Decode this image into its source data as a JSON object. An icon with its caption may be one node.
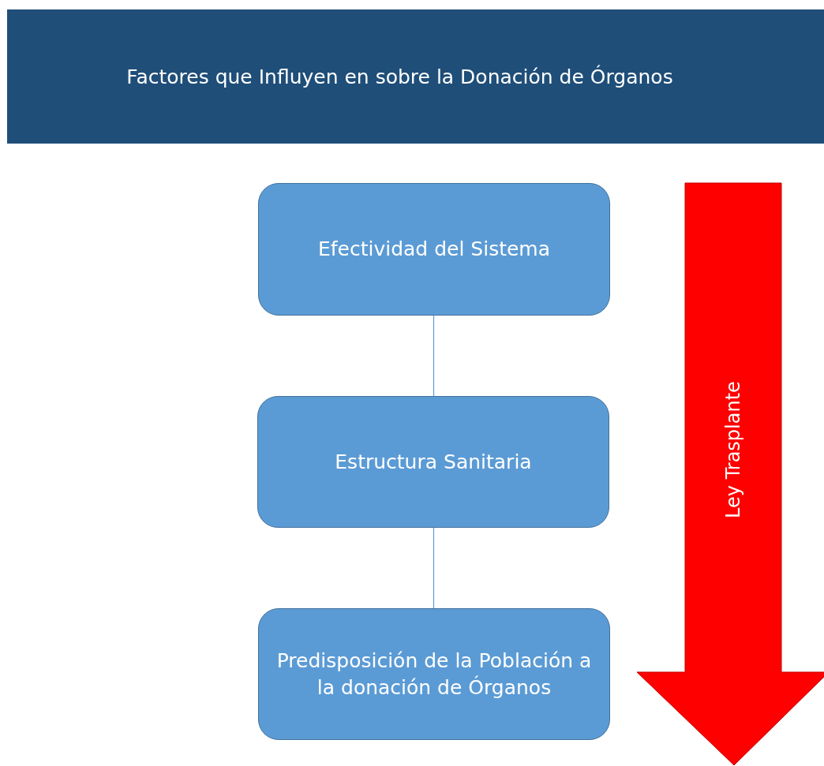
{
  "diagram": {
    "title": "Factores que Influyen en sobre la Donación de Órganos",
    "nodes": [
      {
        "text": [
          "Efectividad del Sistema"
        ]
      },
      {
        "text": [
          "Estructura Sanitaria"
        ]
      },
      {
        "text": [
          "Predisposición de la Población a la donación de Órganos"
        ]
      },
      {
        "text": [
          "Ley Trasplante"
        ]
      }
    ],
    "edges": [
      {
        "from": 0,
        "to": 1,
        "arrow": "none"
      },
      {
        "from": 1,
        "to": 2,
        "arrow": "none"
      }
    ]
  }
}
